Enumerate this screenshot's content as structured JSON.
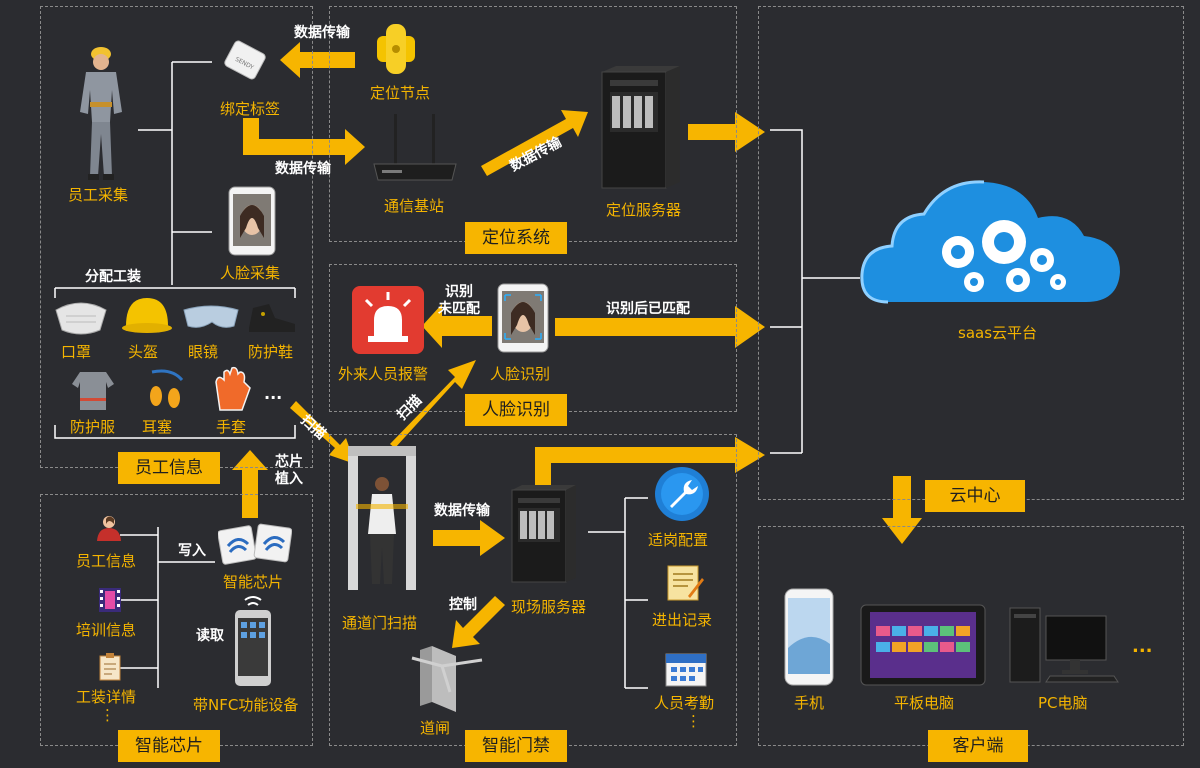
{
  "sections": {
    "employee_info": "员工信息",
    "smart_chip": "智能芯片",
    "positioning_system": "定位系统",
    "face_recognition": "人脸识别",
    "smart_access": "智能门禁",
    "cloud_center": "云中心",
    "client": "客户端"
  },
  "employee": {
    "collect": "员工采集",
    "tag": "绑定标签",
    "face_collect": "人脸采集",
    "assign": "分配工装",
    "equipment": [
      "口罩",
      "头盔",
      "眼镜",
      "防护鞋",
      "防护服",
      "耳塞",
      "手套"
    ],
    "more": "..."
  },
  "positioning": {
    "node": "定位节点",
    "base_station": "通信基站",
    "server": "定位服务器",
    "transfer_1": "数据传输",
    "transfer_2": "数据传输",
    "transfer_3": "数据传输"
  },
  "face": {
    "alarm": "外来人员报警",
    "recognize": "人脸识别",
    "unmatched": "识别\n未匹配",
    "matched": "识别后已匹配"
  },
  "access": {
    "scan_1": "扫描",
    "scan_2": "扫描",
    "gate_scan": "通道门扫描",
    "transfer": "数据传输",
    "site_server": "现场服务器",
    "control": "控制",
    "barrier": "道闸",
    "fit_config": "适岗配置",
    "in_out": "进出记录",
    "attendance": "人员考勤",
    "more": "⋮"
  },
  "chip": {
    "employee_info": "员工信息",
    "training_info": "培训信息",
    "uniform_detail": "工装详情",
    "more": "⋮",
    "write": "写入",
    "read": "读取",
    "chip_embed": "芯片\n植入",
    "smart_chip": "智能芯片",
    "nfc_device": "带NFC功能设备"
  },
  "cloud": {
    "platform": "saas云平台"
  },
  "client": {
    "phone": "手机",
    "tablet": "平板电脑",
    "pc": "PC电脑",
    "more": "..."
  },
  "colors": {
    "background": "#2b2c30",
    "accent": "#f7b500",
    "label": "#f4b400",
    "cloud": "#1e8fe0"
  }
}
